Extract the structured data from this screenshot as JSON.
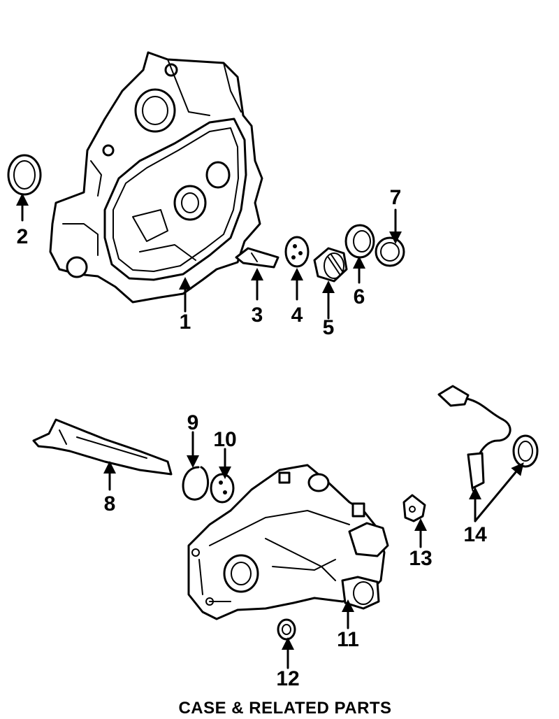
{
  "diagram": {
    "title": "CASE & RELATED PARTS",
    "callouts": [
      "1",
      "2",
      "3",
      "4",
      "5",
      "6",
      "7",
      "8",
      "9",
      "10",
      "11",
      "12",
      "13",
      "14"
    ]
  }
}
